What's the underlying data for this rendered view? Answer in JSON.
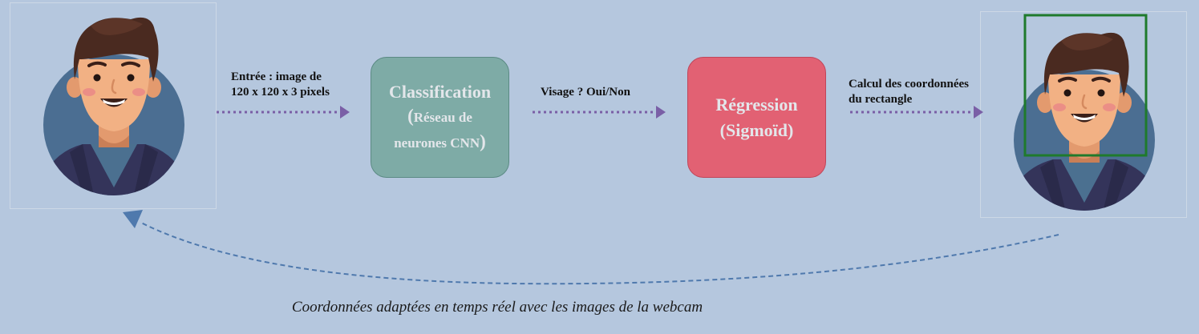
{
  "input_label": {
    "line1": "Entrée : image de",
    "line2": "120 x 120 x 3 pixels"
  },
  "classification_box": {
    "title": "Classification",
    "paren_open": "(",
    "subtitle_part1": "Réseau de",
    "subtitle_part2": "neurones CNN",
    "paren_close": ")",
    "color": "#7eaba6"
  },
  "face_question_label": "Visage ? Oui/Non",
  "regression_box": {
    "title": "Régression",
    "subtitle": "(Sigmoïd)",
    "color": "#e26173"
  },
  "coords_label": {
    "line1": "Calcul des coordonnées",
    "line2": "du rectangle"
  },
  "feedback_caption": "Coordonnées adaptées en temps réel avec les images de la webcam",
  "colors": {
    "background": "#b5c7de",
    "arrow": "#7a5fa6",
    "feedback_arrow": "#4f79ad",
    "bounding_box": "#1f7a2c"
  }
}
